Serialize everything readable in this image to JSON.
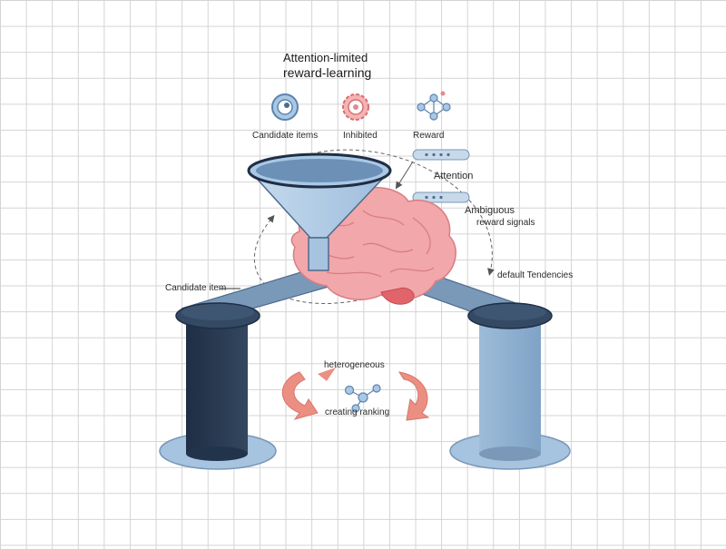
{
  "title": {
    "line1": "Attention-limited",
    "line2": "reward-learning"
  },
  "labels": {
    "candidate_items": "Candidate items",
    "inhibited": "Inhibited",
    "reward": "Reward",
    "attention": "Attention",
    "ambiguous_line1": "Ambiguous",
    "ambiguous_line2": "reward signals",
    "candidate_item": "Candidate item",
    "default_tendencies": "default Tendencies",
    "heterogeneous": "heterogeneous",
    "creating_ranking": "creating ranking"
  },
  "icons": [
    "target-icon",
    "gear-flower-icon",
    "network-icon",
    "brain-icon",
    "funnel-icon",
    "cycle-arrows-icon"
  ],
  "colors": {
    "navy": "#34495e",
    "light_blue": "#8fb3d6",
    "beam_blue": "#7a98b8",
    "brain_pink": "#f0a3a6",
    "arrow_salmon": "#ec8f83",
    "grid": "#d4d4d4"
  }
}
